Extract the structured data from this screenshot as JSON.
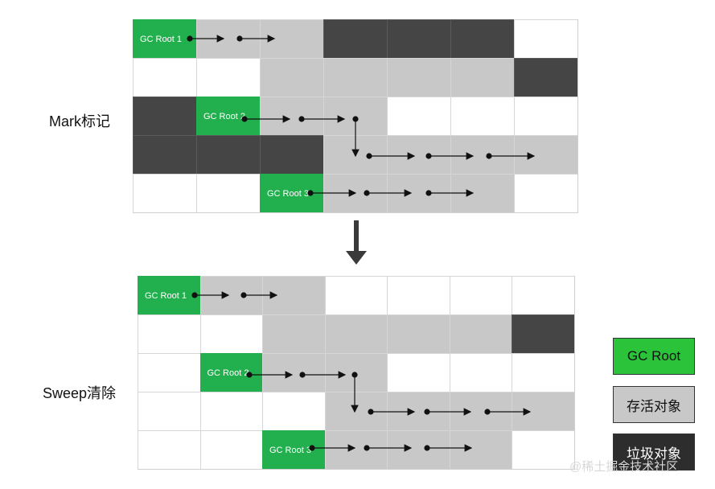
{
  "labels": {
    "mark": "Mark标记",
    "sweep": "Sweep清除"
  },
  "roots": {
    "r1": "GC Root 1",
    "r2": "GC Root 2",
    "r3": "GC Root 3"
  },
  "grids": {
    "mark": [
      [
        "r",
        "l",
        "l",
        "d",
        "d",
        "d",
        "w"
      ],
      [
        "w",
        "w",
        "l",
        "l",
        "l",
        "l",
        "d"
      ],
      [
        "d",
        "r",
        "l",
        "l",
        "w",
        "w",
        "w"
      ],
      [
        "d",
        "d",
        "d",
        "l",
        "l",
        "l",
        "l"
      ],
      [
        "w",
        "w",
        "r",
        "l",
        "l",
        "l",
        "w"
      ]
    ],
    "sweep": [
      [
        "r",
        "l",
        "l",
        "w",
        "w",
        "w",
        "w"
      ],
      [
        "w",
        "w",
        "l",
        "l",
        "l",
        "l",
        "d"
      ],
      [
        "w",
        "r",
        "l",
        "l",
        "w",
        "w",
        "w"
      ],
      [
        "w",
        "w",
        "w",
        "l",
        "l",
        "l",
        "l"
      ],
      [
        "w",
        "w",
        "r",
        "l",
        "l",
        "l",
        "w"
      ]
    ]
  },
  "legend": {
    "gc_root": "GC Root",
    "live": "存活对象",
    "garbage": "垃圾对象"
  },
  "watermark": "@稀土掘金技术社区",
  "colors": {
    "root": "#22b04e",
    "live": "#c8c8c8",
    "garbage": "#454545",
    "free": "#ffffff",
    "legend_root": "#2bc33a"
  }
}
